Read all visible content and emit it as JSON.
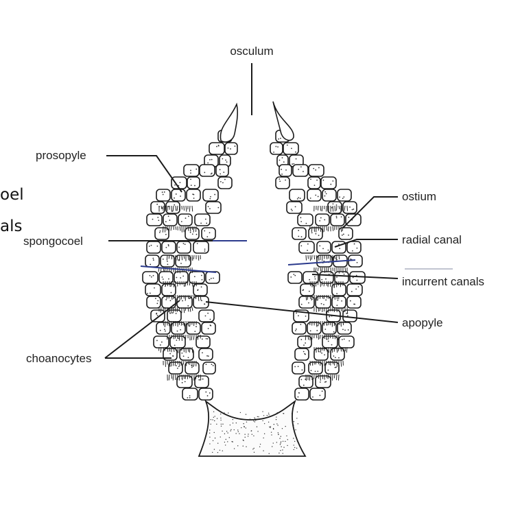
{
  "diagram": {
    "labels": {
      "osculum": "osculum",
      "prosopyle": "prosopyle",
      "spongocoel": "spongocoel",
      "choanocytes": "choanocytes",
      "ostium": "ostium",
      "radial_canal": "radial canal",
      "incurrent_canals": "incurrent canals",
      "apopyle": "apopyle"
    },
    "cropped_left_text": {
      "line1": "oel",
      "line2": "als"
    }
  }
}
